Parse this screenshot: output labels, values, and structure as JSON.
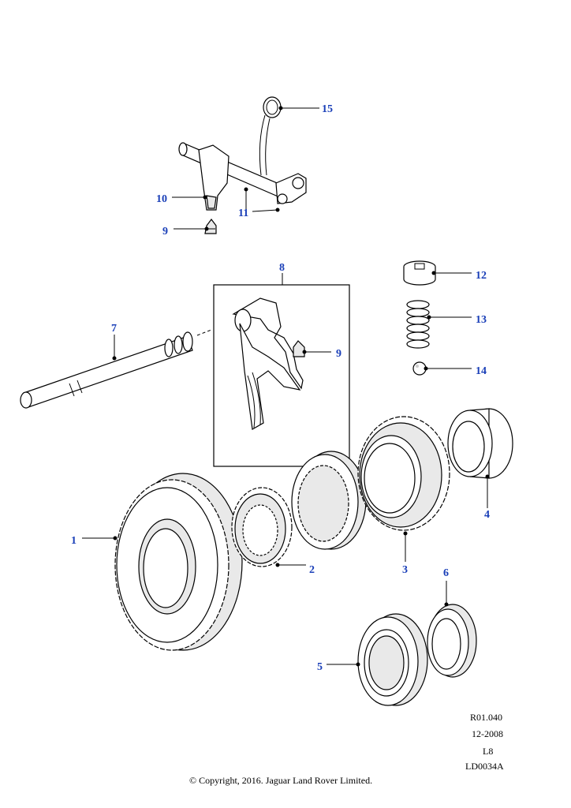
{
  "callouts": {
    "c1": "1",
    "c2": "2",
    "c3": "3",
    "c4": "4",
    "c5": "5",
    "c6": "6",
    "c7": "7",
    "c8": "8",
    "c9a": "9",
    "c9b": "9",
    "c10": "10",
    "c11": "11",
    "c12": "12",
    "c13": "13",
    "c14": "14",
    "c15": "15"
  },
  "reference": {
    "code": "R01.040",
    "date": "12-2008",
    "model": "L8",
    "drawing": "LD0034A"
  },
  "copyright": "© Copyright, 2016. Jaguar Land Rover Limited.",
  "colors": {
    "callout": "#1a3fb8",
    "line": "#000000"
  }
}
